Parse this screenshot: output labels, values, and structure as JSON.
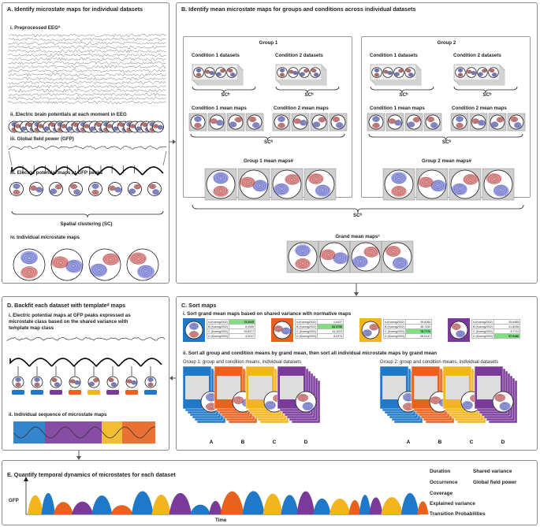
{
  "panelA": {
    "title": "A. Identify microstate maps for individual datasets",
    "s1": "i. Preprocessed EEGª",
    "s2": "ii. Electric brain potentials at each moment in EEG",
    "s3": "iii. Global field power (GFP)",
    "s4": "iii. Electric potential maps at GFP peaks",
    "sc": "Spatial clustering (SC)",
    "s5": "iv. Individual microstate maps"
  },
  "panelB": {
    "title": "B. Identify mean microstate maps for groups and conditions across individual datasets",
    "g1": "Group 1",
    "g2": "Group 2",
    "c1d": "Condition 1 datasets",
    "c2d": "Condition 2 datasets",
    "sc": "SCᵇ",
    "c1m": "Condition 1 mean maps",
    "c2m": "Condition 2 mean maps",
    "g1m": "Group 1 mean maps#",
    "g2m": "Group 2 mean maps#",
    "grand": "Grand mean mapsᶜ"
  },
  "panelC": {
    "title": "C. Sort maps",
    "s1": "i. Sort grand mean maps based on shared variance with normative maps",
    "s2": "ii. Sort all group and condition means by grand mean, then sort all individual microstate maps by grand mean",
    "g1": "Group 1: group and condition means, individual datasets",
    "g2": "Group 2: group and condition means, individual datasets",
    "letters": [
      "A",
      "B",
      "C",
      "D"
    ],
    "tables": [
      {
        "rows": [
          [
            "A (Koenig2002)",
            "73.2025"
          ],
          [
            "B (Koenig2002)",
            "8.4955"
          ],
          [
            "C (Koenig2002)",
            "29.8477"
          ],
          [
            "D (Koenig2002)",
            "4.9247"
          ]
        ],
        "hl": 0
      },
      {
        "rows": [
          [
            "A (Koenig2002)",
            "0.6437"
          ],
          [
            "B (Koenig2002)",
            "83.3796"
          ],
          [
            "C (Koenig2002)",
            "43.1023"
          ],
          [
            "D (Koenig2002)",
            "8.0374"
          ]
        ],
        "hl": 1
      },
      {
        "rows": [
          [
            "A (Koenig2002)",
            "39.8280"
          ],
          [
            "B (Koenig2002)",
            "48.7240"
          ],
          [
            "C (Koenig2002)",
            "78.7770"
          ],
          [
            "D (Koenig2002)",
            "55.5147"
          ]
        ],
        "hl": 2
      },
      {
        "rows": [
          [
            "A (Koenig2002)",
            "25.6485"
          ],
          [
            "B (Koenig2002)",
            "41.8258"
          ],
          [
            "C (Koenig2002)",
            "8.7711"
          ],
          [
            "D (Koenig2002)",
            "57.9186"
          ]
        ],
        "hl": 3
      }
    ]
  },
  "panelD": {
    "title": "D. Backfit each dataset with templateᵈ maps",
    "s1a": "i. Electric potential maps at GFP peaks expressed as",
    "s1b": "microstate class based on the shared variance with",
    "s1c": "template map class",
    "s2": "ii. Individual sequence of microstate maps"
  },
  "panelE": {
    "title": "E. Quantify temporal dynamics of microstates for each dataset",
    "gfp": "GFP",
    "time": "Time",
    "metrics_left": [
      "Duration",
      "Occurrence",
      "Coverage",
      "Explained variance",
      "Transition Probabilities"
    ],
    "metrics_right": [
      "Shared variance",
      "Global field power"
    ]
  },
  "colors": {
    "A": "#1f78c8",
    "B": "#e8621e",
    "C": "#f2b51f",
    "D": "#7a3a9a",
    "hl": "#7ee07e"
  }
}
